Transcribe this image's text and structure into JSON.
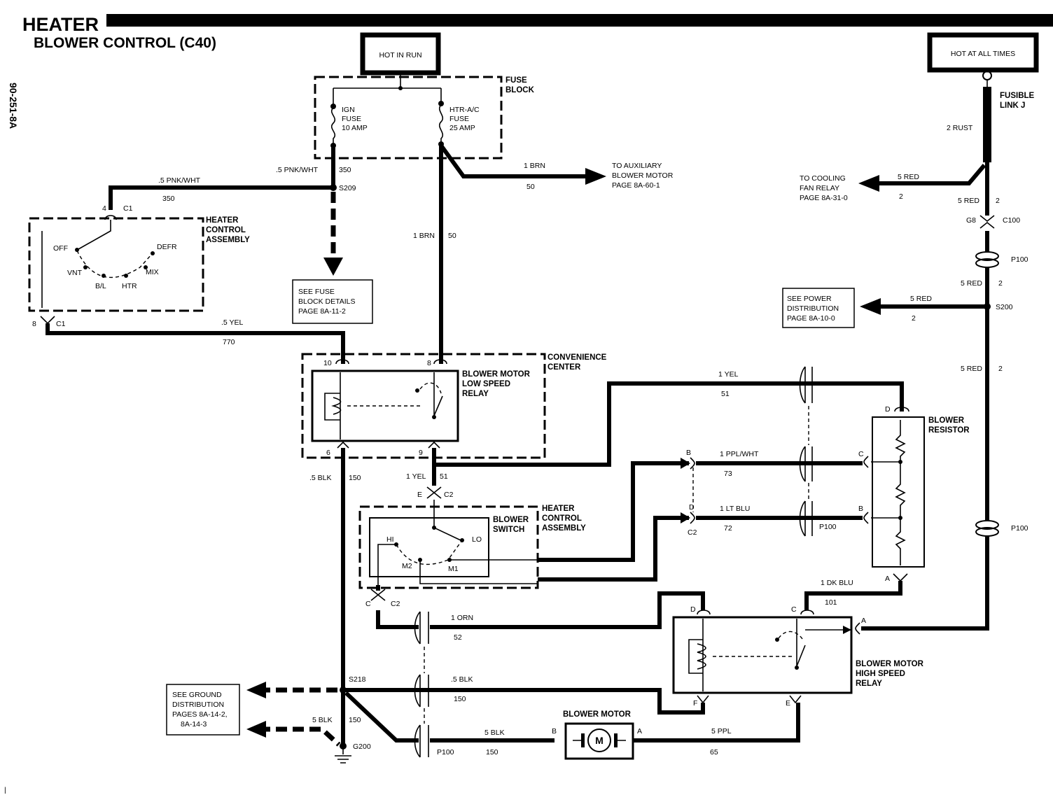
{
  "title": "HEATER",
  "subtitle": "BLOWER CONTROL (C40)",
  "side_code": "90-251-8A",
  "power_boxes": {
    "hot_in_run": "HOT IN RUN",
    "hot_at_all_times": "HOT AT ALL TIMES"
  },
  "fuse_block": {
    "label": [
      "FUSE",
      "BLOCK"
    ],
    "ign_fuse": [
      "IGN",
      "FUSE",
      "10 AMP"
    ],
    "htr_fuse": [
      "HTR-A/C",
      "FUSE",
      "25 AMP"
    ]
  },
  "fusible_link": [
    "FUSIBLE",
    "LINK J"
  ],
  "wires": {
    "pnk_wht_a": ".5 PNK/WHT",
    "c350_a": "350",
    "pnk_wht_b": ".5 PNK/WHT",
    "c350_b": "350",
    "s209": "S209",
    "brn_aux": "1 BRN",
    "c50_aux": "50",
    "brn_vert": "1 BRN",
    "c50_vert": "50",
    "rust": "2 RUST",
    "red_cool": "5 RED",
    "c2_cool": "2",
    "red_c100": "5 RED",
    "c2_c100": "2",
    "g8": "G8",
    "c100": "C100",
    "p100_top": "P100",
    "red_p100": "5 RED",
    "c2_p100": "2",
    "red_pwr": "5 RED",
    "c2_pwr": "2",
    "s200": "S200",
    "red_low": "5 RED",
    "c2_low": "2",
    "p100_right": "P100",
    "yel_770": ".5 YEL",
    "c770": "770",
    "yel_51": "1 YEL",
    "c51": "51",
    "blk_150_a": ".5 BLK",
    "c150_a": "150",
    "yel_51b": "1 YEL",
    "c51b": "51",
    "ppl_wht": "1 PPL/WHT",
    "c73": "73",
    "lt_blu": "1 LT BLU",
    "c72": "72",
    "dk_blu": "1 DK BLU",
    "c101": "101",
    "orn": "1 ORN",
    "c52": "52",
    "blk_150_b": ".5 BLK",
    "c150_b": "150",
    "blk_5": "5 BLK",
    "c150_c": "150",
    "blk_5b": "5 BLK",
    "c150_d": "150",
    "ppl_5": "5 PPL",
    "c65": "65",
    "s218": "S218",
    "g200": "G200",
    "p100_bottom": "P100",
    "p100_mid": "P100"
  },
  "refs": {
    "aux": [
      "TO AUXILIARY",
      "BLOWER MOTOR",
      "PAGE 8A-60-1"
    ],
    "cooling": [
      "TO COOLING",
      "FAN RELAY",
      "PAGE 8A-31-0"
    ],
    "fuse_details": [
      "SEE FUSE",
      "BLOCK DETAILS",
      "PAGE 8A-11-2"
    ],
    "power_dist": [
      "SEE POWER",
      "DISTRIBUTION",
      "PAGE 8A-10-0"
    ],
    "ground_dist": [
      "SEE GROUND",
      "DISTRIBUTION",
      "PAGES 8A-14-2,",
      "8A-14-3"
    ]
  },
  "heater_control": {
    "label": [
      "HEATER",
      "CONTROL",
      "ASSEMBLY"
    ],
    "positions": [
      "OFF",
      "VNT",
      "B/L",
      "HTR",
      "MIX",
      "DEFR"
    ],
    "c1_top": "4",
    "c1_top_name": "C1",
    "c1_bot": "8",
    "c1_bot_name": "C1"
  },
  "convenience_center": [
    "CONVENIENCE",
    "CENTER"
  ],
  "low_relay": {
    "label": [
      "BLOWER MOTOR",
      "LOW SPEED",
      "RELAY"
    ],
    "pins": [
      "10",
      "8",
      "6",
      "9"
    ]
  },
  "blower_switch": {
    "label": [
      "BLOWER",
      "SWITCH"
    ],
    "assembly": [
      "HEATER",
      "CONTROL",
      "ASSEMBLY"
    ],
    "positions": [
      "HI",
      "LO",
      "M2",
      "M1"
    ],
    "pin_e": "E",
    "pin_c": "C",
    "c2": "C2",
    "c2b": "C2"
  },
  "blower_resistor": {
    "label": [
      "BLOWER",
      "RESISTOR"
    ],
    "pins": [
      "D",
      "C",
      "B",
      "A"
    ]
  },
  "inline_pins": {
    "b": "B",
    "d": "D",
    "c2": "C2"
  },
  "high_relay": {
    "label": [
      "BLOWER MOTOR",
      "HIGH SPEED",
      "RELAY"
    ],
    "pins": [
      "D",
      "C",
      "A",
      "F",
      "E"
    ]
  },
  "motor": {
    "label": "BLOWER MOTOR",
    "symbol": "M",
    "pin_b": "B",
    "pin_a": "A"
  },
  "footer_mark": "|"
}
